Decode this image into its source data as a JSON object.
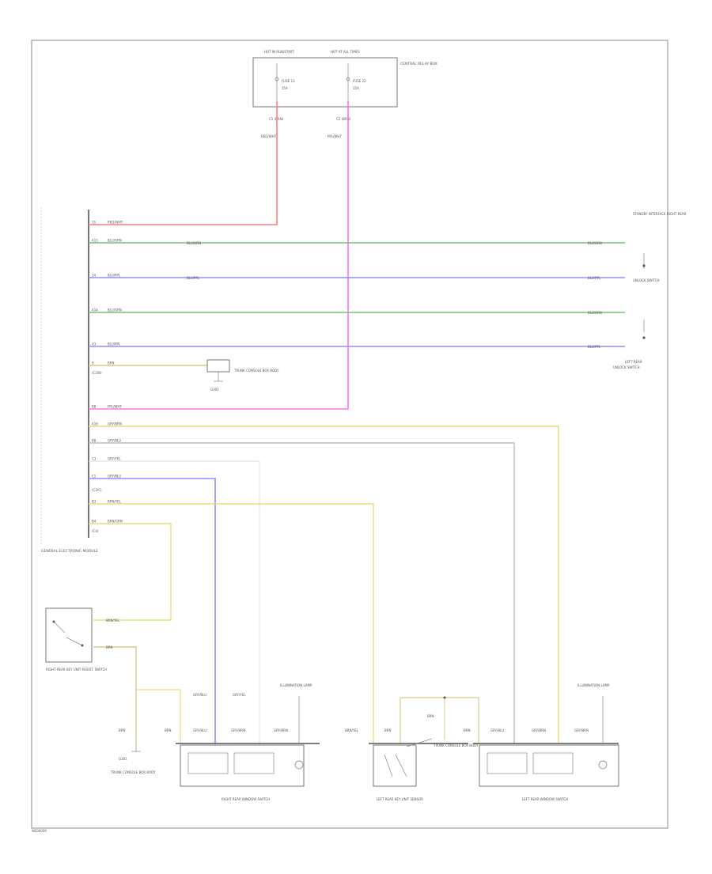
{
  "page": {
    "background": "#ffffff",
    "frame_color": "#8a8a8a",
    "footer_code": "WL00000"
  },
  "central_relay": {
    "title": "CENTRAL RELAY BOX",
    "fuse_left": {
      "header": "HOT IN RUN/START",
      "name": "FUSE 13",
      "rating": "15A"
    },
    "fuse_right": {
      "header": "HOT AT ALL TIMES",
      "name": "FUSE 22",
      "rating": "15A"
    },
    "connector_left": "C1 (BRN)",
    "connector_right": "C2 (BRN)"
  },
  "module": {
    "name": "GENERAL ELECTRONIC MODULE",
    "pins": [
      {
        "pin": "15",
        "wire": "RED/WHT"
      },
      {
        "pin": "A15",
        "wire": "BLU/GRN"
      },
      {
        "pin": "14",
        "wire": "BLU/PPL"
      },
      {
        "pin": "A14",
        "wire": "BLU/GRN"
      },
      {
        "pin": "A3",
        "wire": "BLU/PPL"
      },
      {
        "pin": "9",
        "wire": "BRN"
      },
      {
        "pin": "B8",
        "wire": "PPL/WHT"
      },
      {
        "pin": "A16",
        "wire": "GRY/BRN"
      },
      {
        "pin": "B8",
        "wire": "GRY/BLU"
      },
      {
        "pin": "C3",
        "wire": "GRY/YEL"
      },
      {
        "pin": "C1",
        "wire": "GRY/BLU"
      },
      {
        "pin": "B3",
        "wire": "BRN/YEL"
      },
      {
        "pin": "B4",
        "wire": "BRN/GRN"
      }
    ],
    "connector_notes": [
      "(C2/B)",
      "(C3/C)",
      "(C4)"
    ]
  },
  "wiring": {
    "mid_labels": [
      "BLU/GRN",
      "BLU/PPL"
    ],
    "right_labels": [
      "BLU/GRN",
      "BLU/PPL",
      "BLU/GRN",
      "BLU/PPL"
    ],
    "fuse_wire_left": "RED/WHT",
    "fuse_wire_right": "PPL/WHT",
    "colors": {
      "red_wht": "#ff7f7f",
      "ppl_wht": "#ff70f0",
      "blu_grn": "#78c070",
      "blu_ppl": "#8d8dff",
      "brn": "#d8cc88",
      "yellow": "#e8dc78",
      "gray": "#bbbbbb",
      "light_gray": "#dcdcdc"
    }
  },
  "right_components": {
    "top_title": "STANDBY INTERFACE RIGHT REAR",
    "top_sub": "UNLOCK SWITCH",
    "bottom_title": "LEFT REAR",
    "bottom_sub": "UNLOCK SWITCH"
  },
  "ground_mid": {
    "label": "TRUNK CONSOLE BOX BODY",
    "code": "G301"
  },
  "switch_left": {
    "label": "RIGHT REAR KEY UNIT RESIST. SWITCH",
    "wire1": "BRN/YEL",
    "wire2": "BRN"
  },
  "bottom": {
    "ground_left": {
      "label": "TRUNK CONSOLE BOX BODY",
      "code": "G301"
    },
    "rr_switch": {
      "title": "RIGHT REAR WINDOW SWITCH",
      "wires": [
        "GRY/BLU",
        "GRY/YEL"
      ],
      "pins": [
        "BRN",
        "BRN",
        "GRY/BLU",
        "GRY/BRN",
        "GRY/BRN"
      ],
      "lamp_label": "ILLUMINATION LAMP"
    },
    "lr_sensor": {
      "title": "LEFT REAR KEY UNIT SENSOR",
      "pins": [
        "BRN/YEL",
        "BRN"
      ],
      "wire": "BRN",
      "sub_label": "TRUNK CONSOLE BOX BODY"
    },
    "lr_switch": {
      "title": "LEFT REAR WINDOW SWITCH",
      "pins": [
        "BRN",
        "GRY/BLU",
        "GRY/BRN",
        "GRY/BRN"
      ],
      "lamp_label": "ILLUMINATION LAMP"
    }
  }
}
